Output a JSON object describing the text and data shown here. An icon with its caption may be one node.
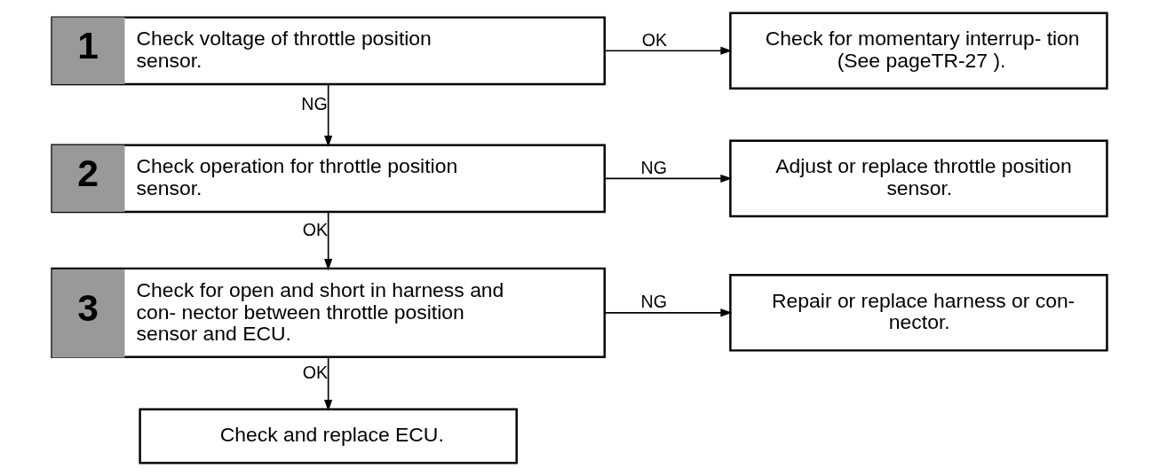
{
  "diagram": {
    "nodes": [
      {
        "text": [
          "1",
          "Check voltage of throttle position sensor."
        ]
      },
      {
        "text": [
          "Check for momentary interrup- tion (See pageTR-27 )."
        ]
      },
      {
        "text": [
          "2",
          "Check operation for throttle position sensor."
        ]
      },
      {
        "text": [
          "Adjust or replace throttle position sensor."
        ]
      },
      {
        "text": [
          "3",
          "Check for open and short in harness and con- nector between throttle position sensor and ECU."
        ]
      },
      {
        "text": [
          "Repair or replace harness or con- nector."
        ]
      },
      {
        "text": [
          "Check and replace ECU."
        ]
      }
    ],
    "edges": [
      {
        "from": 0,
        "to": 1,
        "arrow": "to",
        "label": "OK"
      },
      {
        "from": 0,
        "to": 2,
        "arrow": "to",
        "label": "NG"
      },
      {
        "from": 2,
        "to": 3,
        "arrow": "to",
        "label": "NG"
      },
      {
        "from": 2,
        "to": 4,
        "arrow": "to",
        "label": "OK"
      },
      {
        "from": 4,
        "to": 5,
        "arrow": "to",
        "label": "NG"
      },
      {
        "from": 4,
        "to": 6,
        "arrow": "to",
        "label": "OK"
      }
    ]
  }
}
